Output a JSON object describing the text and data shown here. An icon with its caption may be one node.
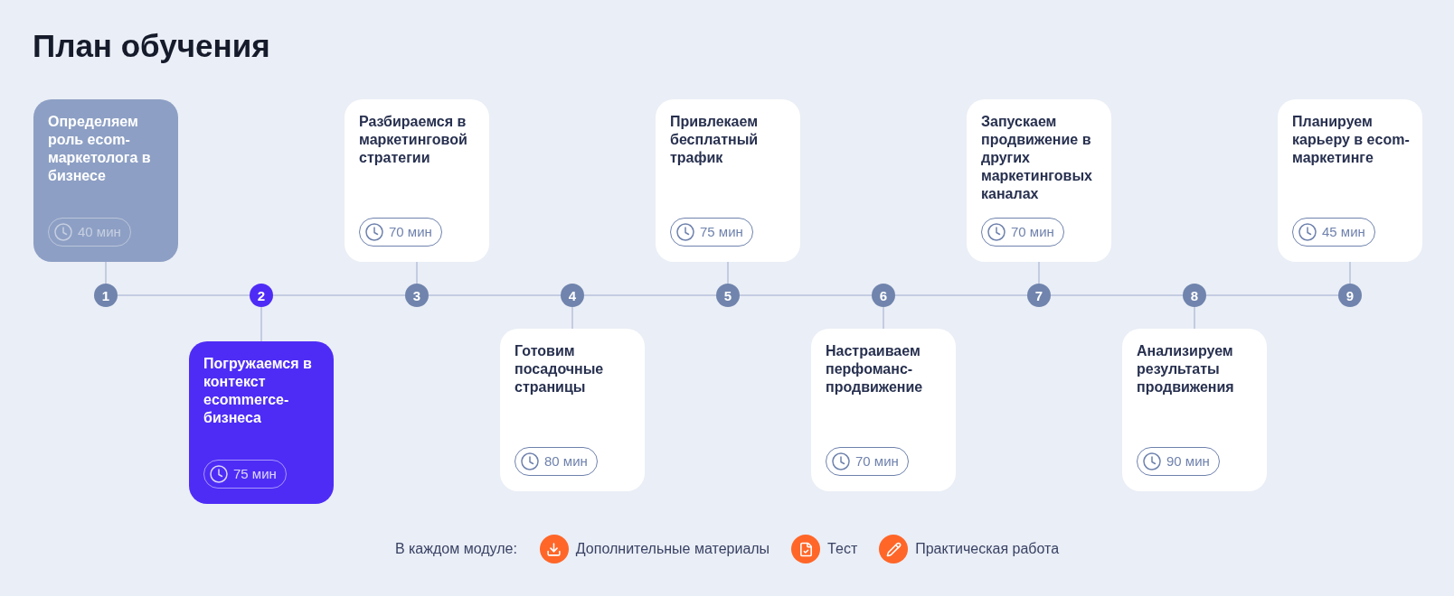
{
  "diagram": {
    "title": "План обучения",
    "nodes": [
      {
        "text": [
          "Определяем роль ecom-маркетолога в бизнесе"
        ]
      },
      {
        "text": [
          "40 мин"
        ],
        "in": 0
      },
      {
        "text": [
          "1"
        ]
      },
      {
        "text": [
          "Погружаемся в контекст ecommerce-бизнеса"
        ]
      },
      {
        "text": [
          "75 мин"
        ],
        "in": 3
      },
      {
        "text": [
          "2"
        ]
      },
      {
        "text": [
          "Разбираемся в маркетинговой стратегии"
        ]
      },
      {
        "text": [
          "70 мин"
        ],
        "in": 6
      },
      {
        "text": [
          "3"
        ]
      },
      {
        "text": [
          "Готовим посадочные страницы"
        ]
      },
      {
        "text": [
          "80 мин"
        ],
        "in": 9
      },
      {
        "text": [
          "4"
        ]
      },
      {
        "text": [
          "Привлекаем бесплатный трафик"
        ]
      },
      {
        "text": [
          "75 мин"
        ],
        "in": 12
      },
      {
        "text": [
          "5"
        ]
      },
      {
        "text": [
          "Настраиваем перфоманс-продвижение"
        ]
      },
      {
        "text": [
          "70 мин"
        ],
        "in": 15
      },
      {
        "text": [
          "6"
        ]
      },
      {
        "text": [
          "Запускаем продвижение в других маркетинговых каналах"
        ]
      },
      {
        "text": [
          "70 мин"
        ],
        "in": 18
      },
      {
        "text": [
          "7"
        ]
      },
      {
        "text": [
          "Анализируем результаты продвижения"
        ]
      },
      {
        "text": [
          "90 мин"
        ],
        "in": 21
      },
      {
        "text": [
          "8"
        ]
      },
      {
        "text": [
          "Планируем карьеру в ecom-маркетинге"
        ]
      },
      {
        "text": [
          "45 мин"
        ],
        "in": 24
      },
      {
        "text": [
          "9"
        ]
      }
    ],
    "edges": [
      {
        "from": 0,
        "to": 2,
        "arrow": "none"
      },
      {
        "from": 2,
        "to": 5,
        "arrow": "none"
      },
      {
        "from": 5,
        "to": 3,
        "arrow": "none"
      },
      {
        "from": 5,
        "to": 8,
        "arrow": "none"
      },
      {
        "from": 6,
        "to": 8,
        "arrow": "none"
      },
      {
        "from": 8,
        "to": 11,
        "arrow": "none"
      },
      {
        "from": 11,
        "to": 9,
        "arrow": "none"
      },
      {
        "from": 11,
        "to": 14,
        "arrow": "none"
      },
      {
        "from": 12,
        "to": 14,
        "arrow": "none"
      },
      {
        "from": 14,
        "to": 17,
        "arrow": "none"
      },
      {
        "from": 17,
        "to": 15,
        "arrow": "none"
      },
      {
        "from": 17,
        "to": 20,
        "arrow": "none"
      },
      {
        "from": 18,
        "to": 20,
        "arrow": "none"
      },
      {
        "from": 20,
        "to": 23,
        "arrow": "none"
      },
      {
        "from": 23,
        "to": 21,
        "arrow": "none"
      },
      {
        "from": 23,
        "to": 26,
        "arrow": "none"
      },
      {
        "from": 24,
        "to": 26,
        "arrow": "none"
      }
    ],
    "labels": [
      "В каждом модуле:",
      "Дополнительные материалы",
      "Тест",
      "Практическая работа"
    ]
  }
}
